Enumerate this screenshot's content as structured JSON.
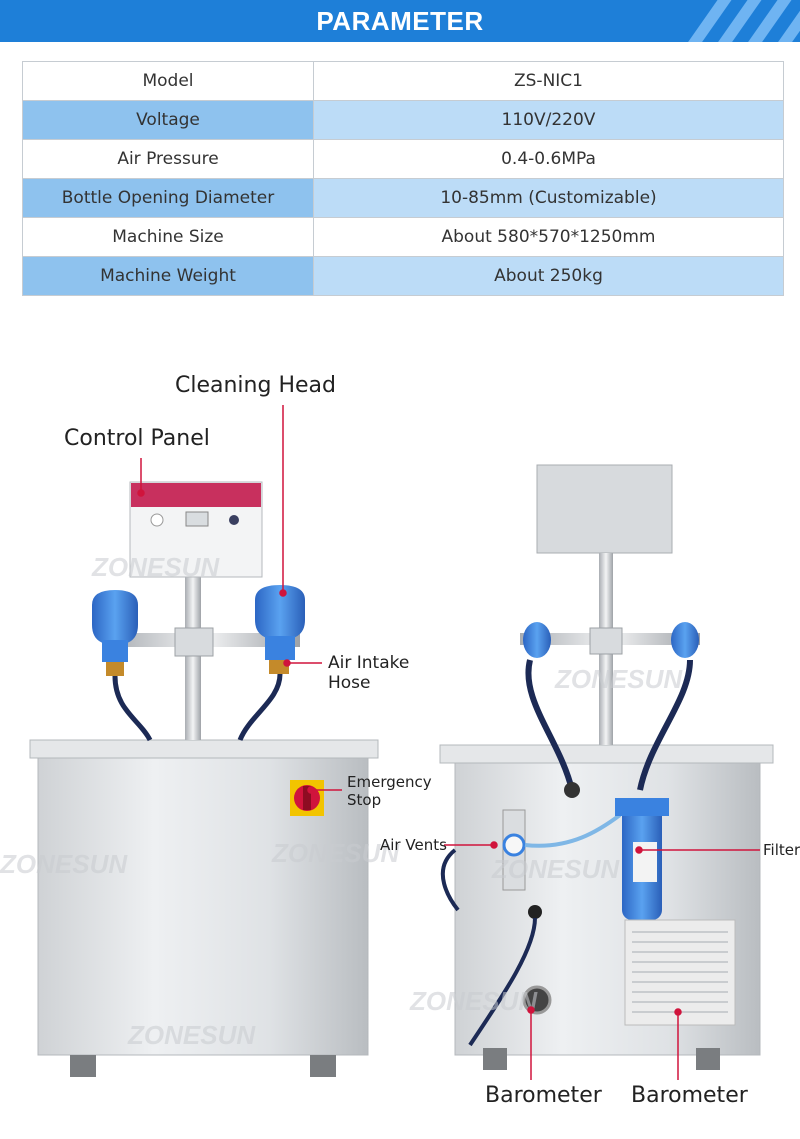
{
  "header": {
    "title": "PARAMETER"
  },
  "params": {
    "rows": [
      {
        "key": "Model",
        "value": "ZS-NIC1"
      },
      {
        "key": "Voltage",
        "value": "110V/220V"
      },
      {
        "key": "Air Pressure",
        "value": "0.4-0.6MPa"
      },
      {
        "key": "Bottle Opening Diameter",
        "value": "10-85mm (Customizable)"
      },
      {
        "key": "Machine Size",
        "value": "About 580*570*1250mm"
      },
      {
        "key": "Machine Weight",
        "value": "About 250kg"
      }
    ]
  },
  "labels": {
    "cleaning_head": "Cleaning Head",
    "control_panel": "Control Panel",
    "air_intake_hose": "Air Intake\nHose",
    "emergency_stop": "Emergency\nStop",
    "air_vents": "Air Vents",
    "filter": "Filter",
    "barometer_left": "Barometer",
    "barometer_right": "Barometer"
  },
  "watermark": "ZONESUN",
  "colors": {
    "header": "#1e7fd8",
    "row_alt_key": "#8ec2ee",
    "row_alt_value": "#bcdcf7",
    "pointer": "#d0143c",
    "machine_blue": "#3a82e0"
  }
}
